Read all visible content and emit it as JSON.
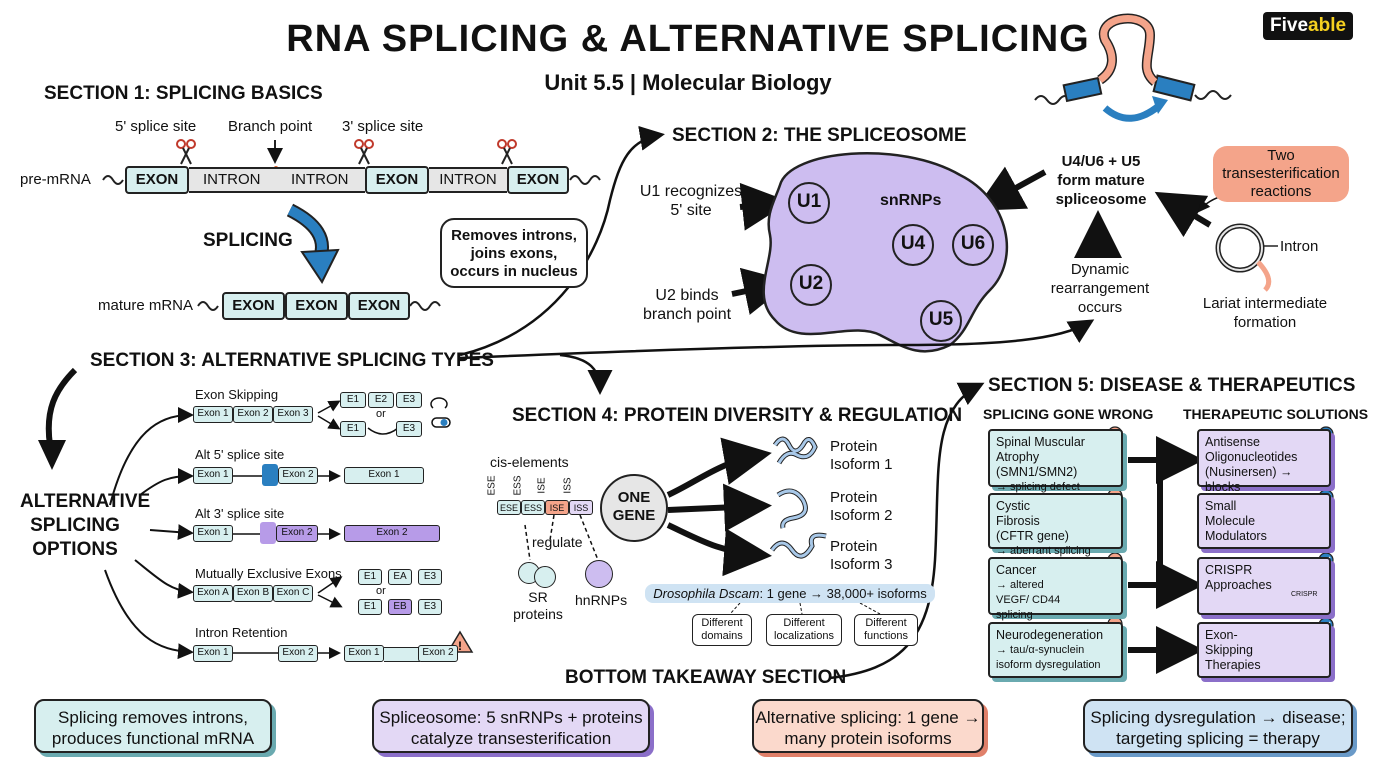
{
  "header": {
    "title": "RNA SPLICING & ALTERNATIVE SPLICING",
    "subtitle": "Unit 5.5 | Molecular Biology",
    "logo_part1": "Five",
    "logo_part2": "able"
  },
  "section1": {
    "heading": "SECTION 1: SPLICING BASICS",
    "label_5ss": "5' splice site",
    "label_branch": "Branch point",
    "label_3ss": "3' splice site",
    "premrna": "pre-mRNA",
    "exon": "EXON",
    "intron": "INTRON",
    "splicing": "SPLICING",
    "mature": "mature mRNA",
    "note": "Removes introns, joins exons, occurs in nucleus"
  },
  "section2": {
    "heading": "SECTION 2: THE SPLICEOSOME",
    "u1_desc": "U1 recognizes 5' site",
    "u2_desc": "U2 binds branch point",
    "snrnps": "snRNPs",
    "u1": "U1",
    "u2": "U2",
    "u4": "U4",
    "u6": "U6",
    "u5": "U5",
    "mature": "U4/U6 + U5 form mature spliceosome",
    "dynamic": "Dynamic rearrangement occurs",
    "two_rxn": "Two transesterification reactions",
    "intron": "Intron",
    "lariat": "Lariat intermediate formation"
  },
  "section3": {
    "heading": "SECTION 3: ALTERNATIVE SPLICING TYPES",
    "options": "ALTERNATIVE SPLICING OPTIONS",
    "exon_skipping": "Exon Skipping",
    "alt5": "Alt 5' splice site",
    "alt3": "Alt 3' splice site",
    "mutex": "Mutually Exclusive Exons",
    "retention": "Intron Retention",
    "exon1": "Exon 1",
    "exon2": "Exon 2",
    "exon3": "Exon 3",
    "exonA": "Exon A",
    "exonB": "Exon B",
    "exonC": "Exon C",
    "e1": "E1",
    "e2": "E2",
    "e3": "E3",
    "ea": "EA",
    "eb": "EB",
    "or": "or"
  },
  "section4": {
    "heading": "SECTION 4: PROTEIN DIVERSITY & REGULATION",
    "cis": "cis-elements",
    "ese": "ESE",
    "ess": "ESS",
    "ise": "ISE",
    "iss": "ISS",
    "regulate": "regulate",
    "sr": "SR proteins",
    "hnrnps": "hnRNPs",
    "gene": "ONE GENE",
    "iso1": "Protein Isoform 1",
    "iso2": "Protein Isoform 2",
    "iso3": "Protein Isoform 3",
    "dscam_italic": "Drosophila Dscam",
    "dscam_rest": ": 1 gene → 38,000+ isoforms",
    "tag1": "Different domains",
    "tag2": "Different localizations",
    "tag3": "Different functions",
    "bottom": "BOTTOM TAKEAWAY SECTION"
  },
  "section5": {
    "heading": "SECTION 5: DISEASE & THERAPEUTICS",
    "wrong": "SPLICING GONE WRONG",
    "solutions": "THERAPEUTIC SOLUTIONS",
    "d1_title": "Spinal Muscular Atrophy (SMN1/SMN2)",
    "d1_sub": "→ splicing defect",
    "d2_title": "Cystic Fibrosis (CFTR gene)",
    "d2_sub": "→ aberrant splicing",
    "d3_title": "Cancer",
    "d3_sub": "→ altered VEGF/ CD44 splicing",
    "d4_title": "Neurodegeneration",
    "d4_sub": "→ tau/α-synuclein isoform dysregulation",
    "t1": "Antisense Oligonucleotides (Nusinersen) → blocks",
    "t2": "Small Molecule Modulators",
    "t3": "CRISPR Approaches",
    "t3_small": "CRISPR",
    "t4": "Exon-Skipping Therapies"
  },
  "takeaways": [
    "Splicing removes introns, produces functional mRNA",
    "Spliceosome: 5 snRNPs + proteins catalyze transesterification",
    "Alternative splicing: 1 gene → many protein isoforms",
    "Splicing dysregulation → disease; targeting splicing = therapy"
  ],
  "colors": {
    "teal": "#d7efef",
    "purple": "#cdbdf0",
    "salmon": "#f4a48a",
    "blue": "#2a7fc0",
    "red_mark": "#e05a3a"
  }
}
